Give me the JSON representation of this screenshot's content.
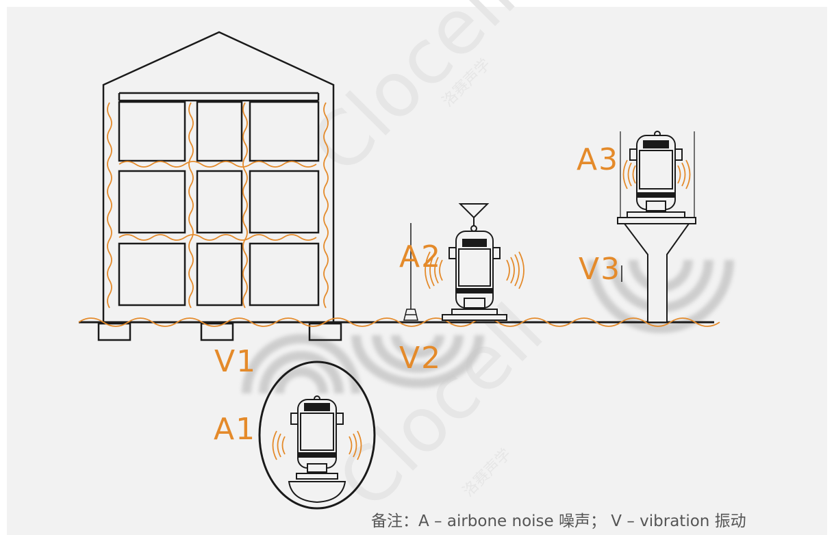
{
  "labels": {
    "a1": "A1",
    "a2": "A2",
    "a3": "A3",
    "v1": "V1",
    "v2": "V2",
    "v3": "V3"
  },
  "note": "备注：A – airbone noise 噪声；  V – vibration 振动",
  "watermark": {
    "brand": "Clocell",
    "cn": "洛赛声学"
  },
  "colors": {
    "accent": "#e48a2a",
    "line": "#1a1a1a",
    "background": "#f2f2f2",
    "vibration_rings": "#c8c8c8"
  }
}
